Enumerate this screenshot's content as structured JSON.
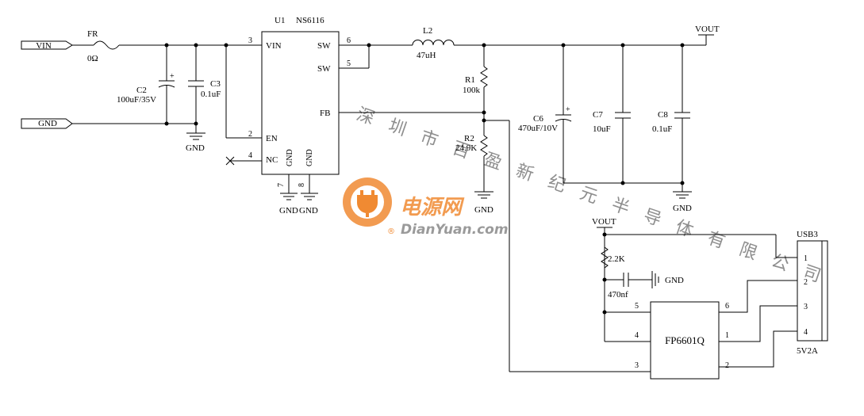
{
  "ports": {
    "vin": "VIN",
    "gnd": "GND"
  },
  "fuse": {
    "ref": "FR",
    "value": "0Ω"
  },
  "c2": {
    "ref": "C2",
    "value": "100uF/35V"
  },
  "c3": {
    "ref": "C3",
    "value": "0.1uF"
  },
  "gnd_label": "GND",
  "u1": {
    "ref": "U1",
    "part": "NS6116",
    "pins": {
      "vin": "VIN",
      "sw": "SW",
      "fb": "FB",
      "en": "EN",
      "nc": "NC",
      "gnd": "GND",
      "n3": "3",
      "n6": "6",
      "n5": "5",
      "n2": "2",
      "n4": "4",
      "n7": "7",
      "n8": "8"
    }
  },
  "l2": {
    "ref": "L2",
    "value": "47uH"
  },
  "r1": {
    "ref": "R1",
    "value": "100k"
  },
  "r2": {
    "ref": "R2",
    "value": "24.9K"
  },
  "vout": "VOUT",
  "c6": {
    "ref": "C6",
    "value": "470uF/10V"
  },
  "c7": {
    "ref": "C7",
    "value": "10uF"
  },
  "c8": {
    "ref": "C8",
    "value": "0.1uF"
  },
  "r_pull": "2.2K",
  "c_470": {
    "value": "470nf",
    "gnd": "GND"
  },
  "ic2": {
    "part": "FP6601Q",
    "pins": [
      "5",
      "4",
      "3",
      "6",
      "1",
      "2"
    ]
  },
  "usb": {
    "ref": "USB3",
    "rating": "5V2A",
    "pins": [
      "1",
      "2",
      "3",
      "4"
    ]
  },
  "watermark": {
    "company_chars": [
      "深",
      "圳",
      "市",
      "百",
      "盈",
      "新",
      "纪",
      "元",
      "半",
      "导",
      "体",
      "有",
      "限",
      "公",
      "司"
    ],
    "brand_cn": "电源网",
    "brand_en": "DianYuan.com",
    "registered": "®"
  },
  "colors": {
    "wire": "#000000",
    "watermark_text": "#8e8e8e",
    "logo_orange": "#f08a32"
  }
}
